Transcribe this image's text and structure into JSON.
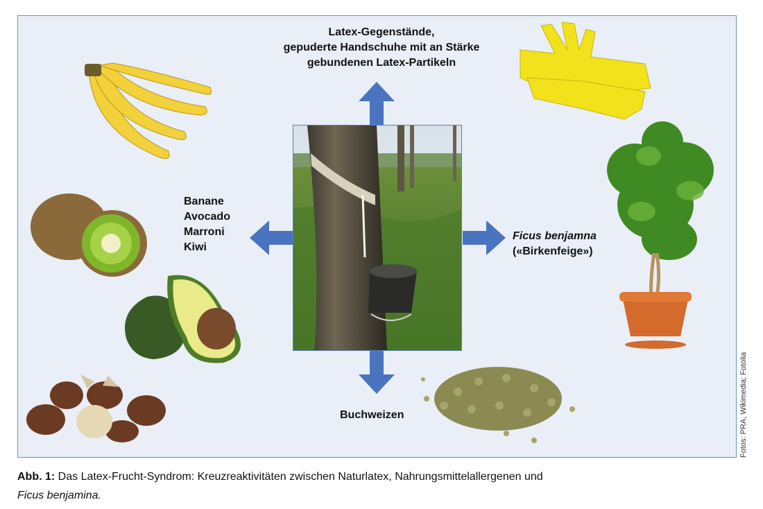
{
  "labels": {
    "top_line1": "Latex-Gegenstände,",
    "top_line2": "gepuderte Handschuhe mit an Stärke",
    "top_line3": "gebundenen Latex-Partikeln",
    "left_items": [
      "Banane",
      "Avocado",
      "Marroni",
      "Kiwi"
    ],
    "right_line1": "Ficus benjamna",
    "right_line2": "(«Birkenfeige»)",
    "bottom": "Buchweizen"
  },
  "caption": {
    "prefix": "Abb. 1:",
    "text": " Das Latex-Frucht-Syndrom: Kreuzreaktivitäten zwischen Naturlatex, Nahrungsmittelallergenen und",
    "line2": "Ficus benjamina."
  },
  "credit": "Fotos: PRA, Wikimedia; Fotolia",
  "colors": {
    "panel_bg": "#e9eef7",
    "panel_border": "#6f8fbf",
    "arrow": "#4a74bf"
  },
  "icons": [
    "bananas-image",
    "gloves-image",
    "kiwi-image",
    "avocado-image",
    "chestnuts-image",
    "rubber-tree-image",
    "ficus-plant-image",
    "buckwheat-image"
  ]
}
